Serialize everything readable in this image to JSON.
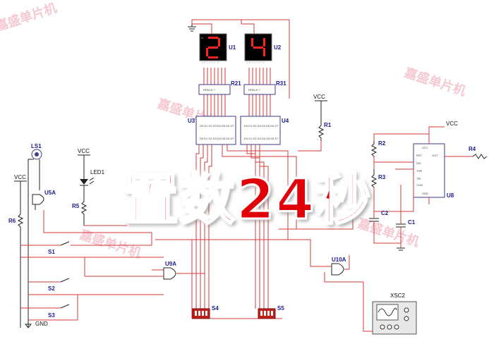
{
  "watermark": {
    "text": "嘉盛单片机"
  },
  "overlay": {
    "title": "置数24秒"
  },
  "display": {
    "tens_digit": "2",
    "ones_digit": "4",
    "u1": "U1",
    "u2": "U2",
    "pins": "A B C D E F G"
  },
  "chips": {
    "r21": "R21",
    "r31": "R31",
    "rpack": "RPACK 7",
    "u3": "U3",
    "u4": "U4",
    "u8": "U8",
    "u5a": "U5A",
    "u9a": "U9A",
    "u10a": "U10A",
    "pins_low": "D0 D1 D2 D3 D4 D5 D6 D7",
    "timer_pins": [
      "VCC",
      "RST",
      "DIS",
      "THR",
      "TRI",
      "CON",
      "GND",
      "OUT"
    ]
  },
  "parts": {
    "vcc": "VCC",
    "gnd": "GND",
    "ls1": "LS1",
    "led1": "LED1",
    "r1": "R1",
    "r2": "R2",
    "r3": "R3",
    "r4": "R4",
    "r5": "R5",
    "r6": "R6",
    "c1": "C1",
    "c2": "C2",
    "s1": "S1",
    "s2": "S2",
    "s3": "S3",
    "s4": "S4",
    "s5": "S5",
    "xsc2": "XSC2"
  },
  "colors": {
    "wire": "#d43a3a",
    "label": "#1a1a8c",
    "segment_on": "#ff2020",
    "display_bg": "#000000",
    "banner": "#e0000a",
    "dip": "#c0201a"
  },
  "icons": [
    "speaker-icon",
    "led-icon",
    "ground-icon",
    "oscilloscope-icon",
    "dip-switch-icon"
  ]
}
